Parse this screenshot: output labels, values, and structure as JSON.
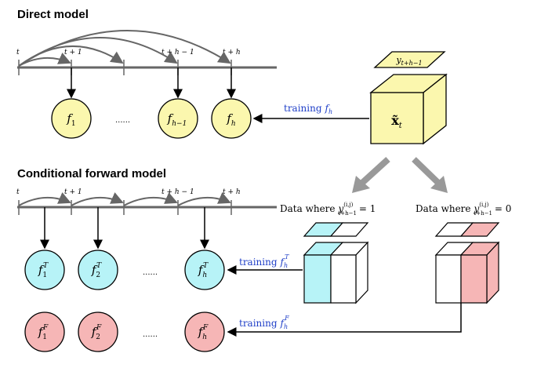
{
  "sections": {
    "direct_title": "Direct model",
    "conditional_title": "Conditional forward model"
  },
  "timeline": {
    "t": "t",
    "t_plus_1": "t + 1",
    "t_plus_h_minus_1": "t + h − 1",
    "t_plus_h": "t + h"
  },
  "direct": {
    "f1": "f",
    "f1_sub": "1",
    "ellipsis": "......",
    "fh_minus_1": "f",
    "fh_minus_1_sub": "h−1",
    "fh": "f",
    "fh_sub": "h",
    "training_text": "training",
    "training_f": "f",
    "training_sub": "h"
  },
  "cube": {
    "x_label": "x̃",
    "x_sub": "t",
    "y_label": "y",
    "y_sub": "t+h−1"
  },
  "conditional": {
    "fT1": "f",
    "fT1_sub": "1",
    "fT1_sup": "T",
    "fT2": "f",
    "fT2_sub": "2",
    "fT2_sup": "T",
    "fTh": "f",
    "fTh_sub": "h",
    "fTh_sup": "T",
    "fF1": "f",
    "fF1_sub": "1",
    "fF1_sup": "F",
    "fF2": "f",
    "fF2_sub": "2",
    "fF2_sup": "F",
    "fFh": "f",
    "fFh_sub": "h",
    "fFh_sup": "F",
    "ellipsis_T": "......",
    "ellipsis_F": "......",
    "training_T_text": "training",
    "training_T_f": "f",
    "training_T_sub": "h",
    "training_T_sup": "T",
    "training_F_text": "training",
    "training_F_f": "f",
    "training_F_sub": "h",
    "training_F_sup": "F"
  },
  "data_where": {
    "left_prefix": "Data where",
    "left_y": "y",
    "left_sup": "(i,j)",
    "left_sub": "t+h−1",
    "left_eq": "= 1",
    "right_prefix": "Data where",
    "right_y": "y",
    "right_sup": "(i,j)",
    "right_sub": "t+h−1",
    "right_eq": "= 0"
  },
  "colors": {
    "yellow": "#fbf7ae",
    "cyan": "#b7f3f7",
    "pink": "#f6b6b6",
    "axis": "#666666",
    "blue_text": "#1f3fc8"
  }
}
